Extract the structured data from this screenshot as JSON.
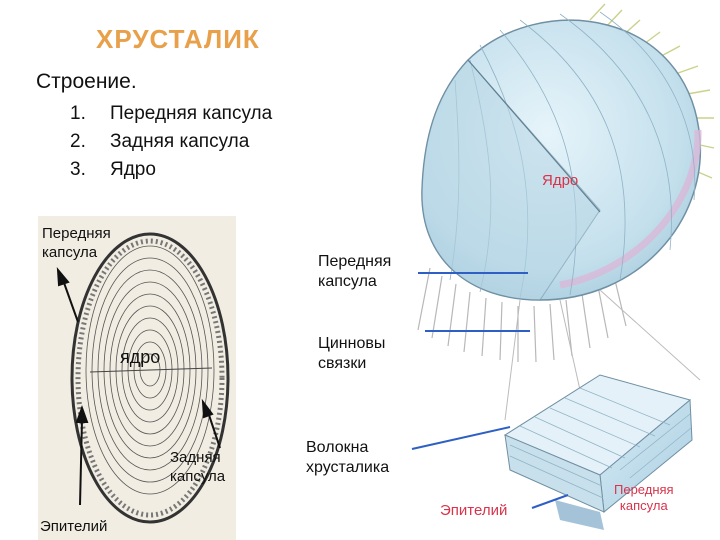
{
  "title": "ХРУСТАЛИК",
  "subtitle": "Строение.",
  "parts": [
    {
      "num": "1.",
      "label": "Передняя капсула"
    },
    {
      "num": "2.",
      "label": "Задняя капсула"
    },
    {
      "num": "3.",
      "label": "Ядро"
    }
  ],
  "section_diagram": {
    "anterior_capsule": [
      "Передняя",
      "капсула"
    ],
    "nucleus": "ядро",
    "posterior_capsule": [
      "Задняя",
      "капсула"
    ],
    "epithelium": "Эпителий"
  },
  "lens_diagram": {
    "nucleus": "Ядро",
    "anterior_capsule": [
      "Передняя",
      "капсула"
    ],
    "zonule": [
      "Цинновы",
      "связки"
    ],
    "lens_fibers": [
      "Волокна",
      "хрусталика"
    ],
    "epithelium": "Эпителий",
    "anterior_capsule_detail": [
      "Передняя",
      "капсула"
    ]
  },
  "colors": {
    "title": "#e8a04a",
    "red_label": "#d8334a",
    "pointer_line": "#2d5fc4",
    "lens_fill": "#cfe6f2",
    "section_bg": "#f1ede2"
  }
}
